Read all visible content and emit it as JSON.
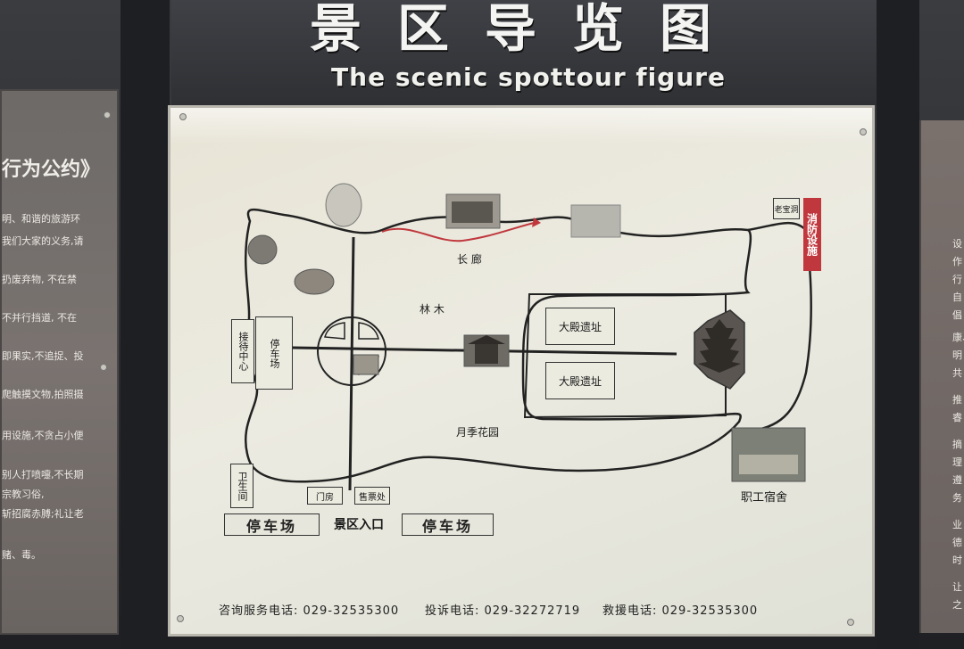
{
  "header": {
    "title_cn": "景区导览图",
    "title_en": "The scenic spottour figure"
  },
  "left_panel": {
    "title": "行为公约》",
    "lines": [
      "明、和谐的旅游环",
      "我们大家的义务,请",
      "扔废弃物, 不在禁",
      "不并行挡道, 不在",
      "即果实,不追捉、投",
      "爬触摸文物,拍照摄",
      "用设施,不贪占小便",
      "别人打喷嚏,不长期",
      "宗教习俗,",
      "斩招腐赤膊;礼让老",
      "赌、毒。"
    ]
  },
  "right_panel": {
    "lines": [
      "设",
      "作",
      "行",
      "自",
      "倡",
      "康、",
      "明",
      "共",
      "推",
      "睿",
      "摘",
      "理",
      "遵",
      "务",
      "业",
      "德",
      "时",
      "让",
      "之"
    ]
  },
  "map": {
    "long_corridor": "长 廊",
    "woods": "林 木",
    "hall_site_1": "大殿遗址",
    "hall_site_2": "大殿遗址",
    "rose_garden": "月季花园",
    "staff_dorm": "职工宿舍",
    "fire_facility": "消防设施",
    "parking_left_box": "停车场",
    "visitor_center": "接待中心",
    "toilet": "卫生间",
    "gate": "门房",
    "ticket": "售票处",
    "small_box": "老宝洞",
    "parking_1": "停车场",
    "parking_2": "停车场",
    "entrance": "景区入口"
  },
  "footer": {
    "consult": "咨询服务电话: 029-32535300",
    "complaint": "投诉电话: 029-32272719",
    "rescue": "救援电话: 029-32535300"
  },
  "colors": {
    "board": "#ecebe1",
    "frame": "#2a2b2e",
    "route_red": "#c0383d"
  }
}
